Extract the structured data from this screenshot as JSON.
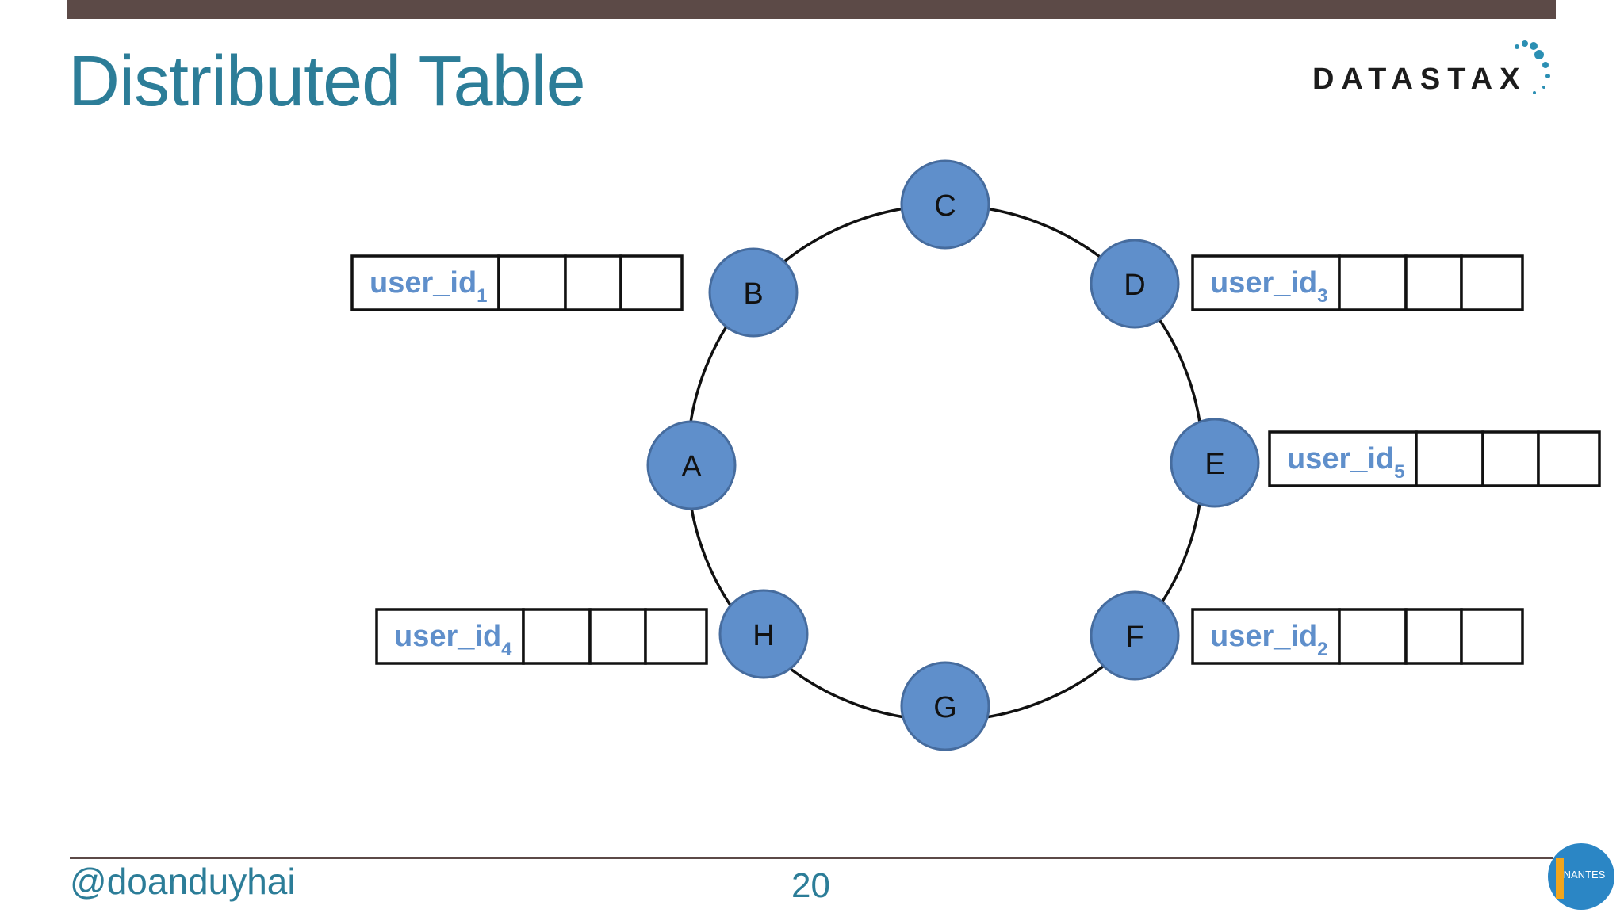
{
  "title": "Distributed Table",
  "logo": {
    "text": "DATASTAX"
  },
  "nodes": [
    {
      "id": "c",
      "label": "C"
    },
    {
      "id": "d",
      "label": "D"
    },
    {
      "id": "e",
      "label": "E"
    },
    {
      "id": "f",
      "label": "F"
    },
    {
      "id": "g",
      "label": "G"
    },
    {
      "id": "h",
      "label": "H"
    },
    {
      "id": "a",
      "label": "A"
    },
    {
      "id": "b",
      "label": "B"
    }
  ],
  "rows": [
    {
      "node": "b",
      "label": "user_id",
      "sub": "1"
    },
    {
      "node": "d",
      "label": "user_id",
      "sub": "3"
    },
    {
      "node": "e",
      "label": "user_id",
      "sub": "5"
    },
    {
      "node": "h",
      "label": "user_id",
      "sub": "4"
    },
    {
      "node": "f",
      "label": "user_id",
      "sub": "2"
    }
  ],
  "footer": {
    "handle": "@doanduyhai",
    "page": "20"
  },
  "badge": {
    "text": "NANTES"
  },
  "colors": {
    "title": "#2c7d98",
    "node_fill": "#5f8fcb",
    "node_stroke": "#466c9e",
    "row_text": "#5f8fcb",
    "bar": "#5c4a47"
  }
}
